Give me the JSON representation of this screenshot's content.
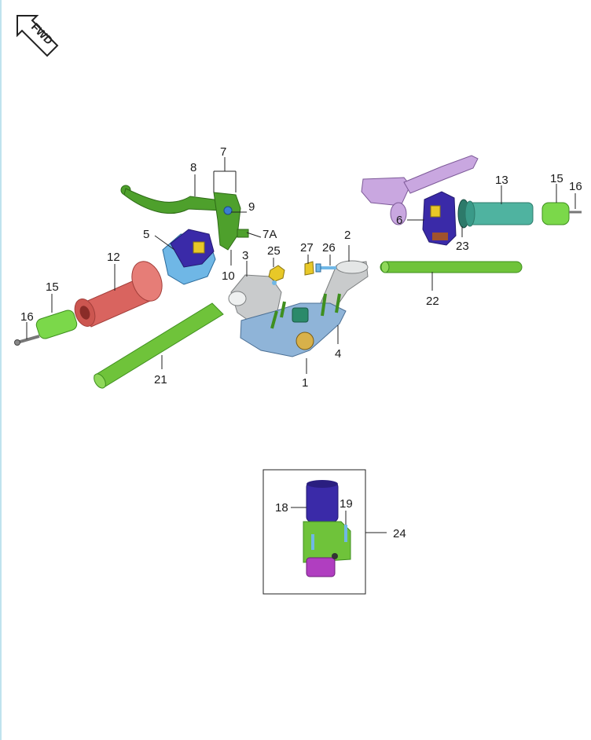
{
  "fwd_label": "FWD",
  "labels": {
    "l1": "1",
    "l2": "2",
    "l3": "3",
    "l4": "4",
    "l5": "5",
    "l6": "6",
    "l7": "7",
    "l7a": "7A",
    "l8": "8",
    "l9": "9",
    "l10": "10",
    "l12": "12",
    "l13": "13",
    "l15a": "15",
    "l15b": "15",
    "l16a": "16",
    "l16b": "16",
    "l18": "18",
    "l19": "19",
    "l21": "21",
    "l22": "22",
    "l23": "23",
    "l24": "24",
    "l25": "25",
    "l26": "26",
    "l27": "27"
  },
  "colors": {
    "green": "#6fc33a",
    "green_dark": "#3f8f1f",
    "lever_green": "#4ea02c",
    "blue_switch": "#3a2aa8",
    "light_blue": "#6fb7e6",
    "red_grip": "#d9645f",
    "teal_grip": "#4fb3a0",
    "silver": "#c9cbcc",
    "clamp_blue": "#8fb4d8",
    "lavender": "#c9a7e0",
    "magenta": "#b03ec0",
    "yellow": "#e8c828"
  }
}
